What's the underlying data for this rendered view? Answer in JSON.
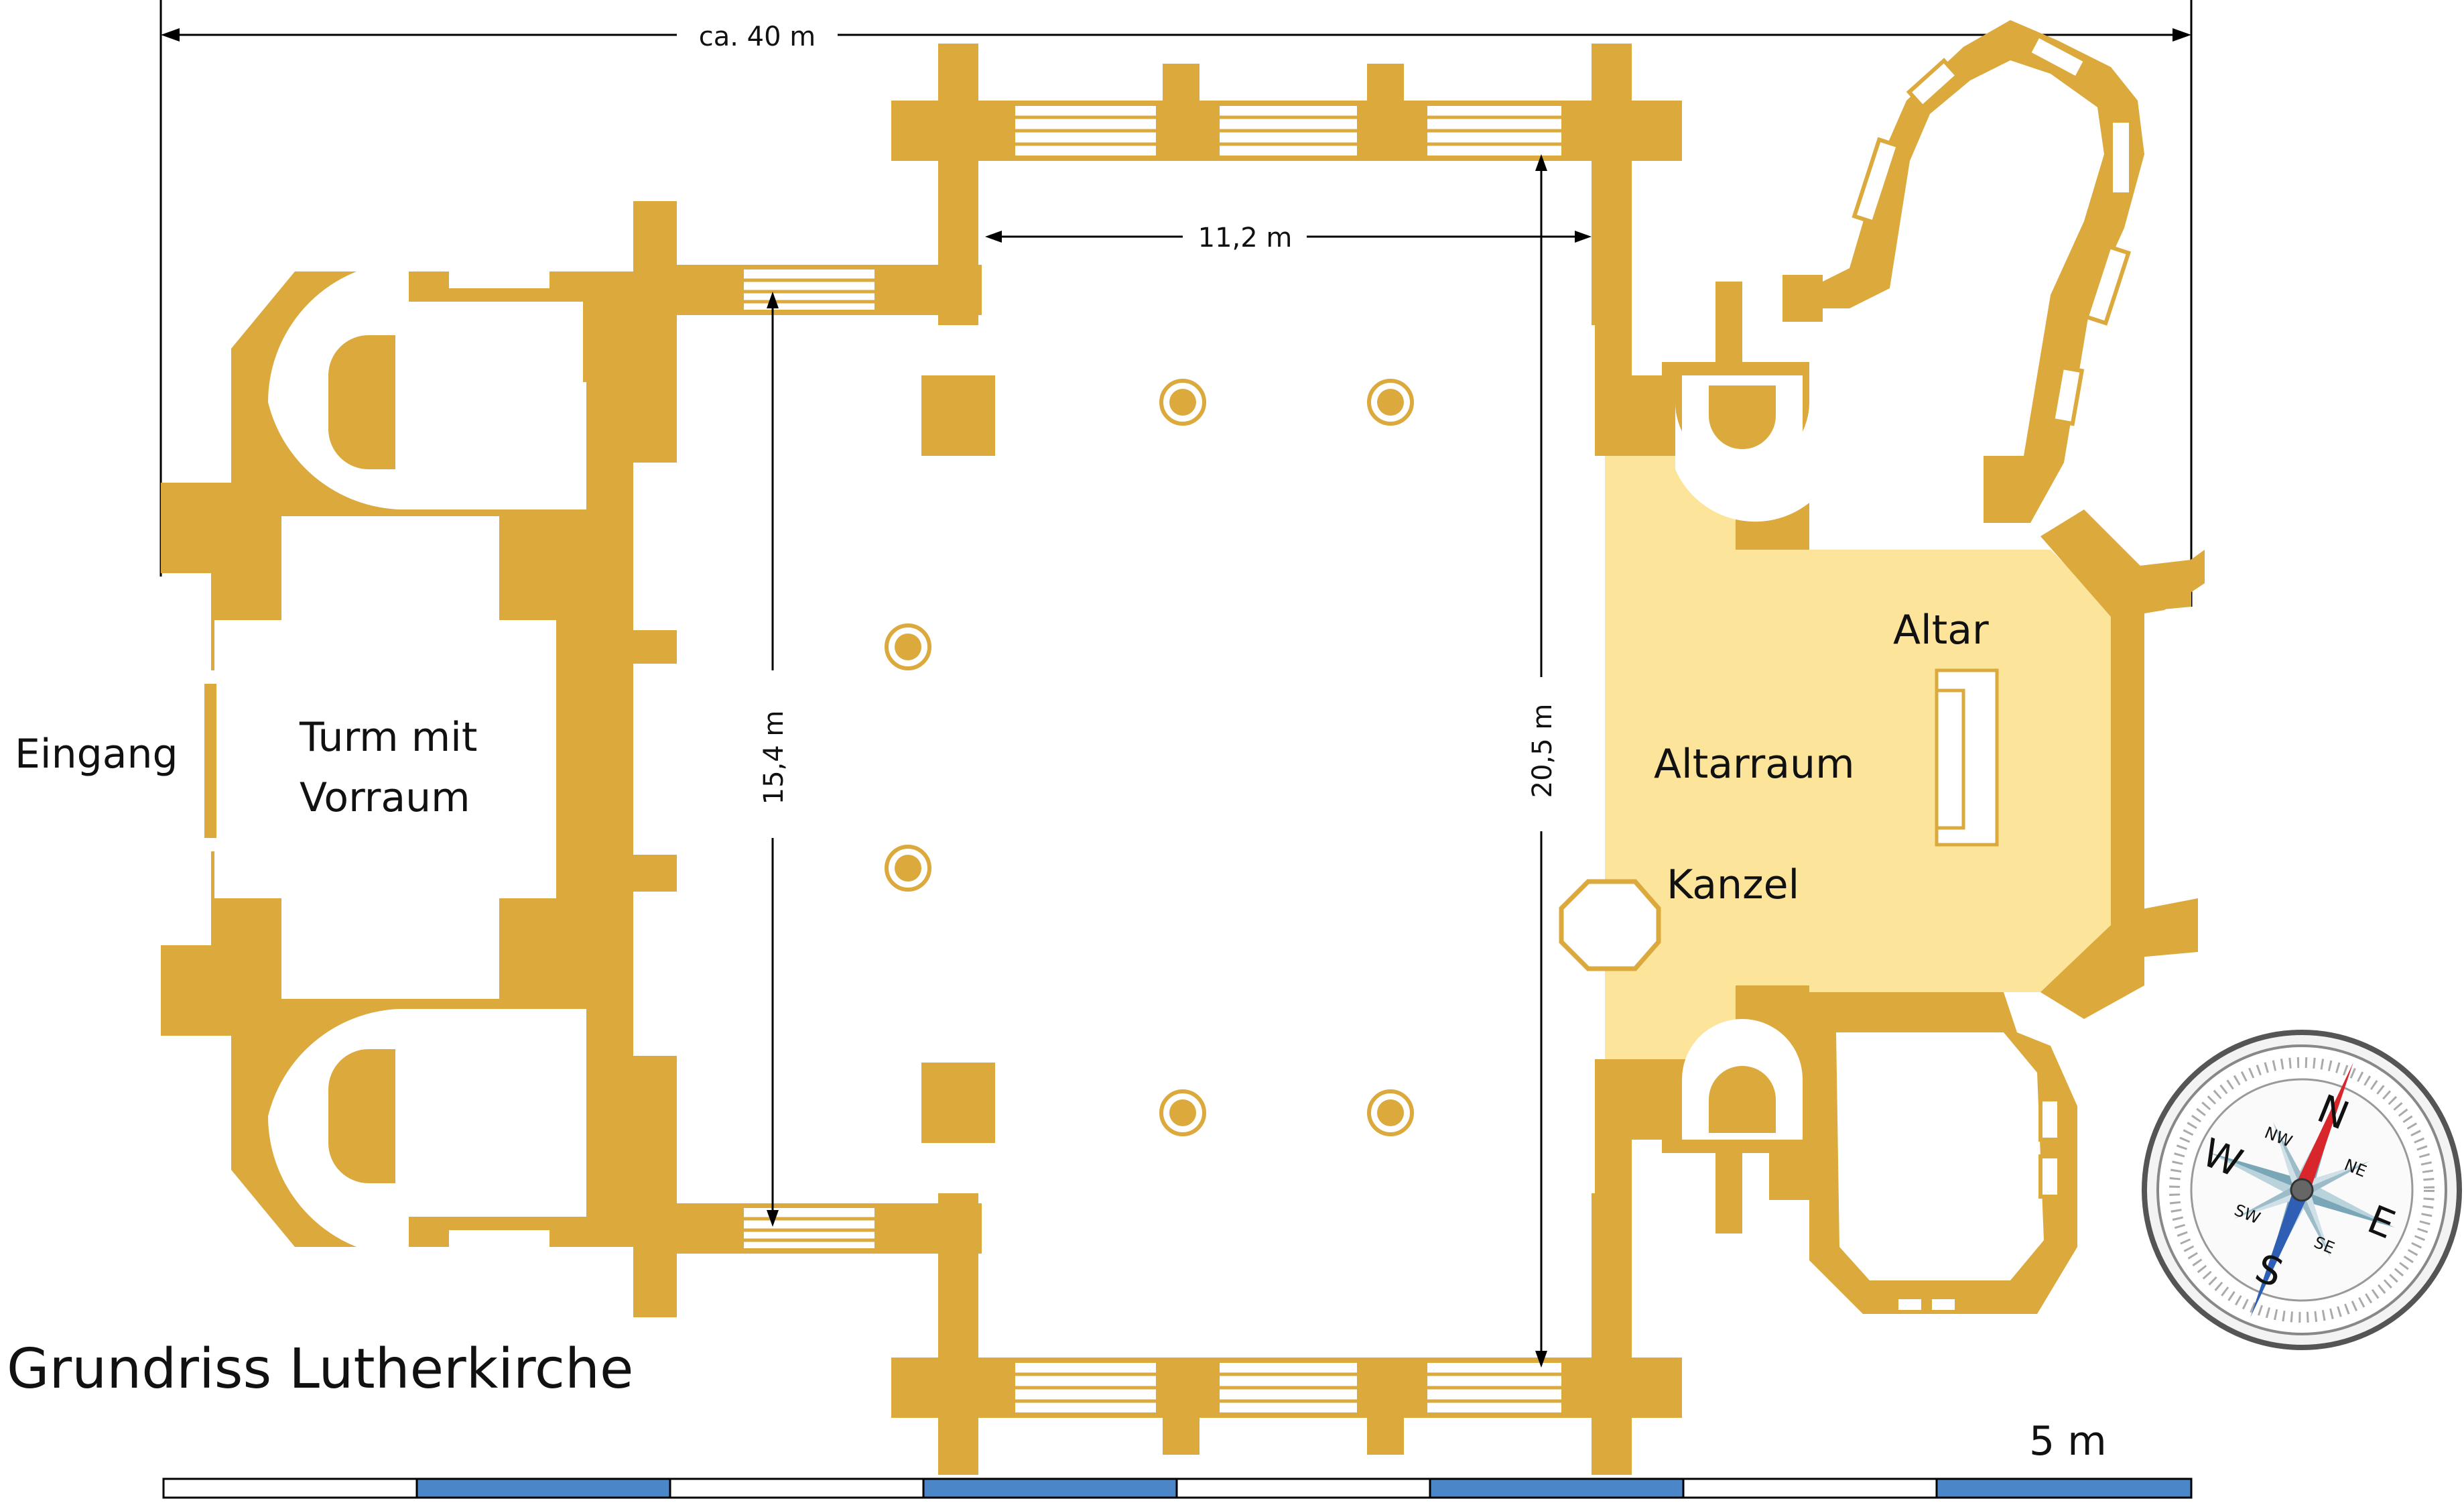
{
  "title": "Grundriss Lutherkirche",
  "labels": {
    "entrance": "Eingang",
    "tower_line1": "Turm mit",
    "tower_line2": "Vorraum",
    "altar": "Altar",
    "chancel": "Altarraum",
    "pulpit": "Kanzel"
  },
  "dimensions": {
    "total_length": "ca. 40 m",
    "nave_width": "11,2 m",
    "nave_depth_inner": "15,4 m",
    "nave_depth_outer": "20,5 m"
  },
  "scale_bar": {
    "label": "5 m",
    "segments": 8
  },
  "compass": {
    "north": "N",
    "south": "S",
    "east": "E",
    "west": "W",
    "northwest": "NW",
    "northeast": "NE",
    "southwest": "SW",
    "southeast": "SE"
  },
  "colors": {
    "wall": "#DBA93C",
    "chancel_fill": "#FCE49A",
    "scale_blue": "#4A86C8",
    "needle_north": "#D9262B",
    "needle_south": "#2E5FB5"
  }
}
